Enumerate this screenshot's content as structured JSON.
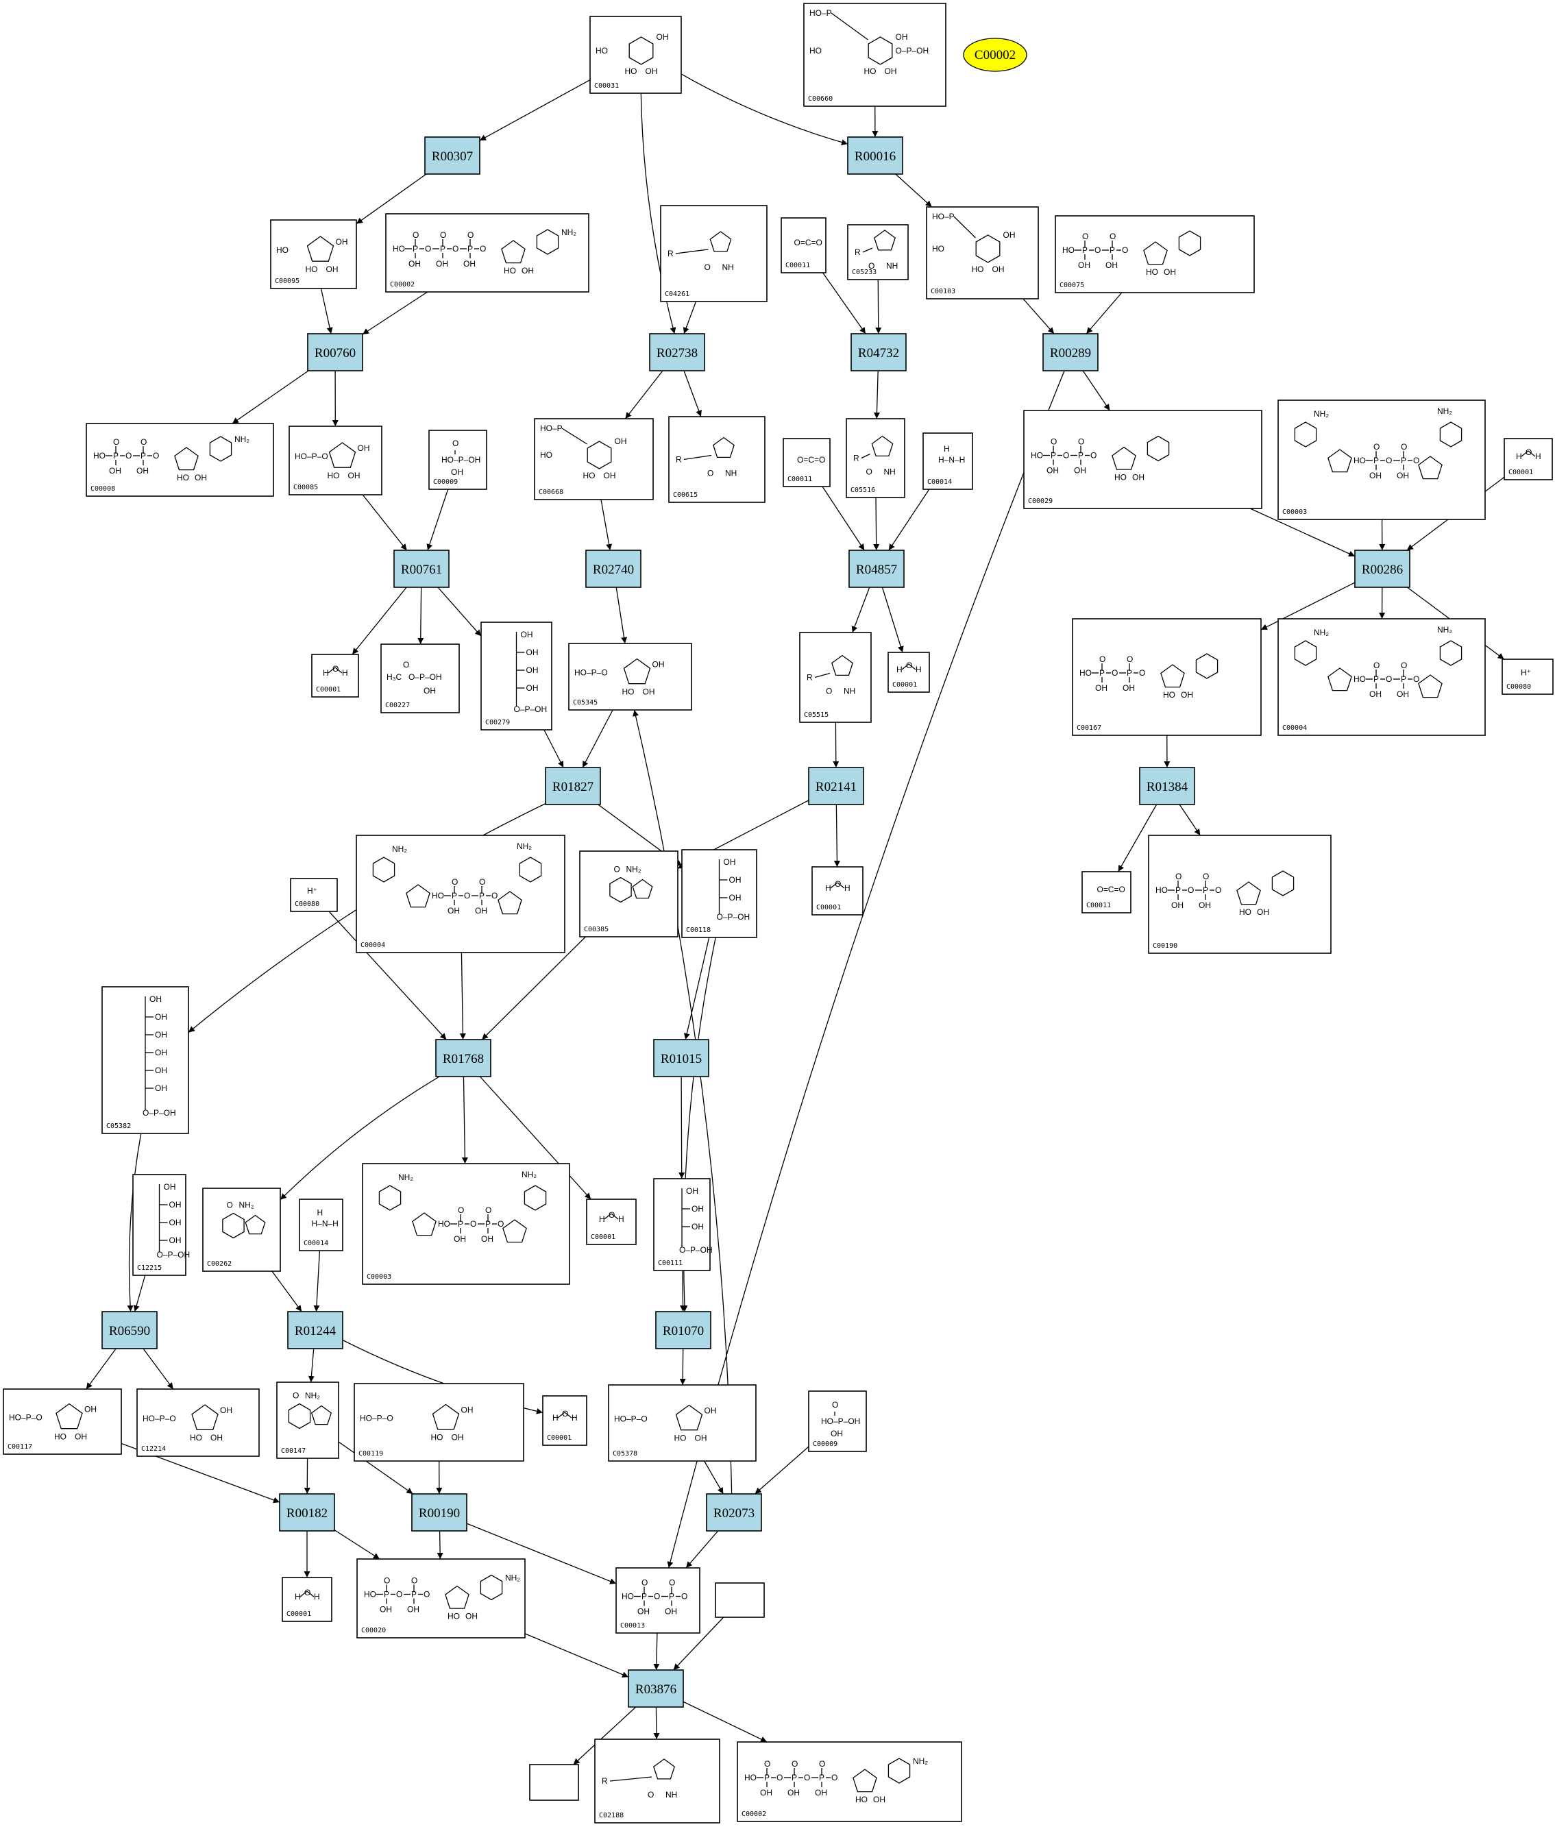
{
  "highlight": {
    "label": "C00002",
    "color": "#ffff00"
  },
  "colors": {
    "reaction_fill": "#add8e6",
    "compound_fill": "#ffffff",
    "highlight_fill": "#ffff00"
  },
  "reactions": [
    {
      "id": "R00307",
      "label": "R00307"
    },
    {
      "id": "R00016",
      "label": "R00016"
    },
    {
      "id": "R00760",
      "label": "R00760"
    },
    {
      "id": "R02738",
      "label": "R02738"
    },
    {
      "id": "R04732",
      "label": "R04732"
    },
    {
      "id": "R00289",
      "label": "R00289"
    },
    {
      "id": "R00761",
      "label": "R00761"
    },
    {
      "id": "R02740",
      "label": "R02740"
    },
    {
      "id": "R04857",
      "label": "R04857"
    },
    {
      "id": "R00286",
      "label": "R00286"
    },
    {
      "id": "R01827",
      "label": "R01827"
    },
    {
      "id": "R02141",
      "label": "R02141"
    },
    {
      "id": "R01384",
      "label": "R01384"
    },
    {
      "id": "R01768",
      "label": "R01768"
    },
    {
      "id": "R01015",
      "label": "R01015"
    },
    {
      "id": "R06590",
      "label": "R06590"
    },
    {
      "id": "R01244",
      "label": "R01244"
    },
    {
      "id": "R01070",
      "label": "R01070"
    },
    {
      "id": "R00182",
      "label": "R00182"
    },
    {
      "id": "R00190",
      "label": "R00190"
    },
    {
      "id": "R02073",
      "label": "R02073"
    },
    {
      "id": "R03876",
      "label": "R03876"
    }
  ],
  "compounds": [
    {
      "id": "c1",
      "label": "C00031",
      "mol": "sugar"
    },
    {
      "id": "c2",
      "label": "C00660",
      "mol": "sugarP2"
    },
    {
      "id": "c3",
      "label": "C00095",
      "mol": "furanose"
    },
    {
      "id": "c4",
      "label": "C00002",
      "mol": "atp"
    },
    {
      "id": "c5",
      "label": "C04261",
      "mol": "imid"
    },
    {
      "id": "c6",
      "label": "C00011",
      "mol": "co2"
    },
    {
      "id": "c7",
      "label": "C05233",
      "mol": "imid"
    },
    {
      "id": "c8",
      "label": "C00103",
      "mol": "sugarP"
    },
    {
      "id": "c9",
      "label": "C00075",
      "mol": "nucleoP"
    },
    {
      "id": "c10",
      "label": "C00008",
      "mol": "adp"
    },
    {
      "id": "c11",
      "label": "C00085",
      "mol": "furanoseP"
    },
    {
      "id": "c12",
      "label": "C00009",
      "mol": "phos"
    },
    {
      "id": "c13",
      "label": "C00668",
      "mol": "sugarP"
    },
    {
      "id": "c14",
      "label": "C00615",
      "mol": "imid"
    },
    {
      "id": "c15",
      "label": "C00011",
      "mol": "co2"
    },
    {
      "id": "c16",
      "label": "C05516",
      "mol": "imid"
    },
    {
      "id": "c17",
      "label": "C00014",
      "mol": "nh3"
    },
    {
      "id": "c18",
      "label": "C00029",
      "mol": "nucleoP"
    },
    {
      "id": "c19",
      "label": "C00003",
      "mol": "nad"
    },
    {
      "id": "c20",
      "label": "C00001",
      "mol": "water"
    },
    {
      "id": "c21",
      "label": "C00001",
      "mol": "water"
    },
    {
      "id": "c22",
      "label": "C00227",
      "mol": "acetylP"
    },
    {
      "id": "c23",
      "label": "C00279",
      "mol": "chain"
    },
    {
      "id": "c24",
      "label": "C05345",
      "mol": "furanoseP"
    },
    {
      "id": "c25",
      "label": "C05515",
      "mol": "imid"
    },
    {
      "id": "c26",
      "label": "C00001",
      "mol": "water"
    },
    {
      "id": "c27",
      "label": "C00167",
      "mol": "nucleoP"
    },
    {
      "id": "c28",
      "label": "C00004",
      "mol": "nad"
    },
    {
      "id": "c29",
      "label": "C00080",
      "mol": "proton"
    },
    {
      "id": "c30",
      "label": "C00004",
      "mol": "nad"
    },
    {
      "id": "c31",
      "label": "C00080",
      "mol": "proton"
    },
    {
      "id": "c32",
      "label": "C00385",
      "mol": "purine"
    },
    {
      "id": "c33",
      "label": "C00118",
      "mol": "chain"
    },
    {
      "id": "c34",
      "label": "C00001",
      "mol": "water"
    },
    {
      "id": "c35",
      "label": "C00011",
      "mol": "co2"
    },
    {
      "id": "c36",
      "label": "C00190",
      "mol": "nucleoP"
    },
    {
      "id": "c37",
      "label": "C05382",
      "mol": "chain"
    },
    {
      "id": "c38",
      "label": "C00262",
      "mol": "purine"
    },
    {
      "id": "c39",
      "label": "C00014",
      "mol": "nh3"
    },
    {
      "id": "c40",
      "label": "C00003",
      "mol": "nad"
    },
    {
      "id": "c41",
      "label": "C00001",
      "mol": "water"
    },
    {
      "id": "c42",
      "label": "C12215",
      "mol": "chain"
    },
    {
      "id": "c43",
      "label": "C00111",
      "mol": "chain"
    },
    {
      "id": "c44",
      "label": "C00117",
      "mol": "furanoseP"
    },
    {
      "id": "c45",
      "label": "C12214",
      "mol": "furanoseP"
    },
    {
      "id": "c46",
      "label": "C00147",
      "mol": "purine"
    },
    {
      "id": "c47",
      "label": "C00119",
      "mol": "furanoseP"
    },
    {
      "id": "c48",
      "label": "C00001",
      "mol": "water"
    },
    {
      "id": "c49",
      "label": "C05378",
      "mol": "furanoseP"
    },
    {
      "id": "c50",
      "label": "C00009",
      "mol": "phos"
    },
    {
      "id": "c51",
      "label": "C00001",
      "mol": "water"
    },
    {
      "id": "c52",
      "label": "C00020",
      "mol": "adp"
    },
    {
      "id": "c53",
      "label": "C00013",
      "mol": "pyrophos"
    },
    {
      "id": "c54",
      "label": "",
      "mol": "none"
    },
    {
      "id": "c55",
      "label": "",
      "mol": "none"
    },
    {
      "id": "c56",
      "label": "C02188",
      "mol": "imid"
    },
    {
      "id": "c57",
      "label": "C00002",
      "mol": "atp"
    }
  ]
}
